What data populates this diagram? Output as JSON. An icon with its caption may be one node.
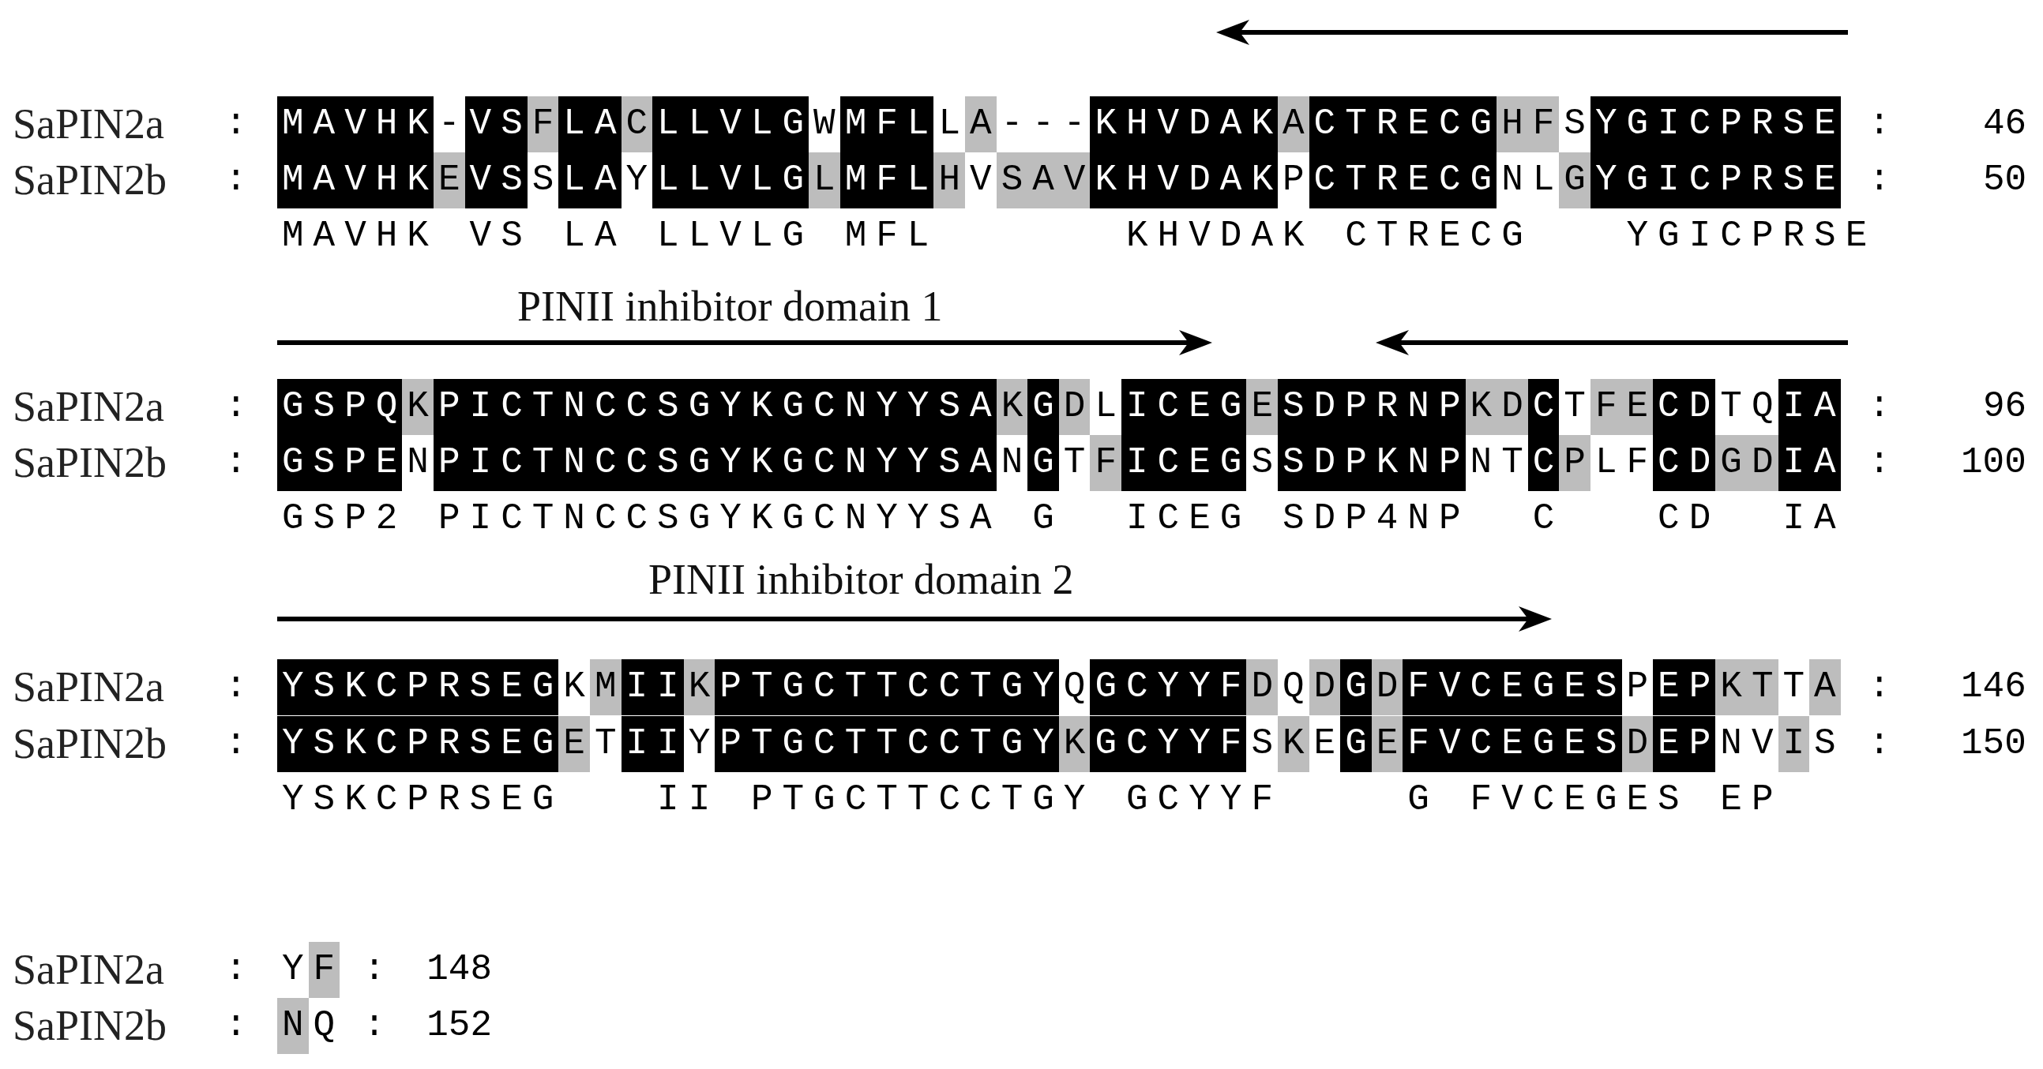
{
  "diagram": {
    "labels": [
      "SaPIN2a",
      ":",
      "MAVHK-VSFLACLLVLGWMFLLA---KHVDAKACTRECGHFSYGICPRSE",
      ":",
      "46",
      "SaPIN2b",
      ":",
      "MAVHKEVSSLAYLLVLGLMFLHVSAVKHVDAKPCTRECGNLGYGICPRSE",
      ":",
      "50",
      "MAVHK VS LA LLVLG MFL      KHVDAK CTRECG   YGICPRSE",
      "PINII inhibitor domain 1",
      "SaPIN2a",
      ":",
      "GSPQKPICTNCCSGYKGCNYYSAKGDLICEGESDPRNPKDCTFECDTQIA",
      ":",
      "96",
      "SaPIN2b",
      ":",
      "GSPENPICTNCCSGYKGCNYYSANGTFICEGSSDPKNPNTCPLFCDGDIA",
      ":",
      "100",
      "GSP2 PICTNCCSGYKGCNYYSA G  ICEG SDP4NP  C   CD  IA",
      "PINII inhibitor domain 2",
      "SaPIN2a",
      ":",
      "YSKCPRSEGKMIIKPTGCTTCCTGYQGCYYFDQDGDFVCEGESPEPKTTA",
      ":",
      "146",
      "SaPIN2b",
      ":",
      "YSKCPRSEGETIIYPTGCTTCCTGYKGCYYFSKEGEFVCEGESDEPNVIS",
      ":",
      "150",
      "YSKCPRSEG   II PTGCTTCCTGY GCYYF    G FVCEGES EP",
      "SaPIN2a",
      ":",
      "YF",
      ":",
      "148",
      "SaPIN2b",
      ":",
      "NQ",
      ":",
      "152"
    ]
  }
}
